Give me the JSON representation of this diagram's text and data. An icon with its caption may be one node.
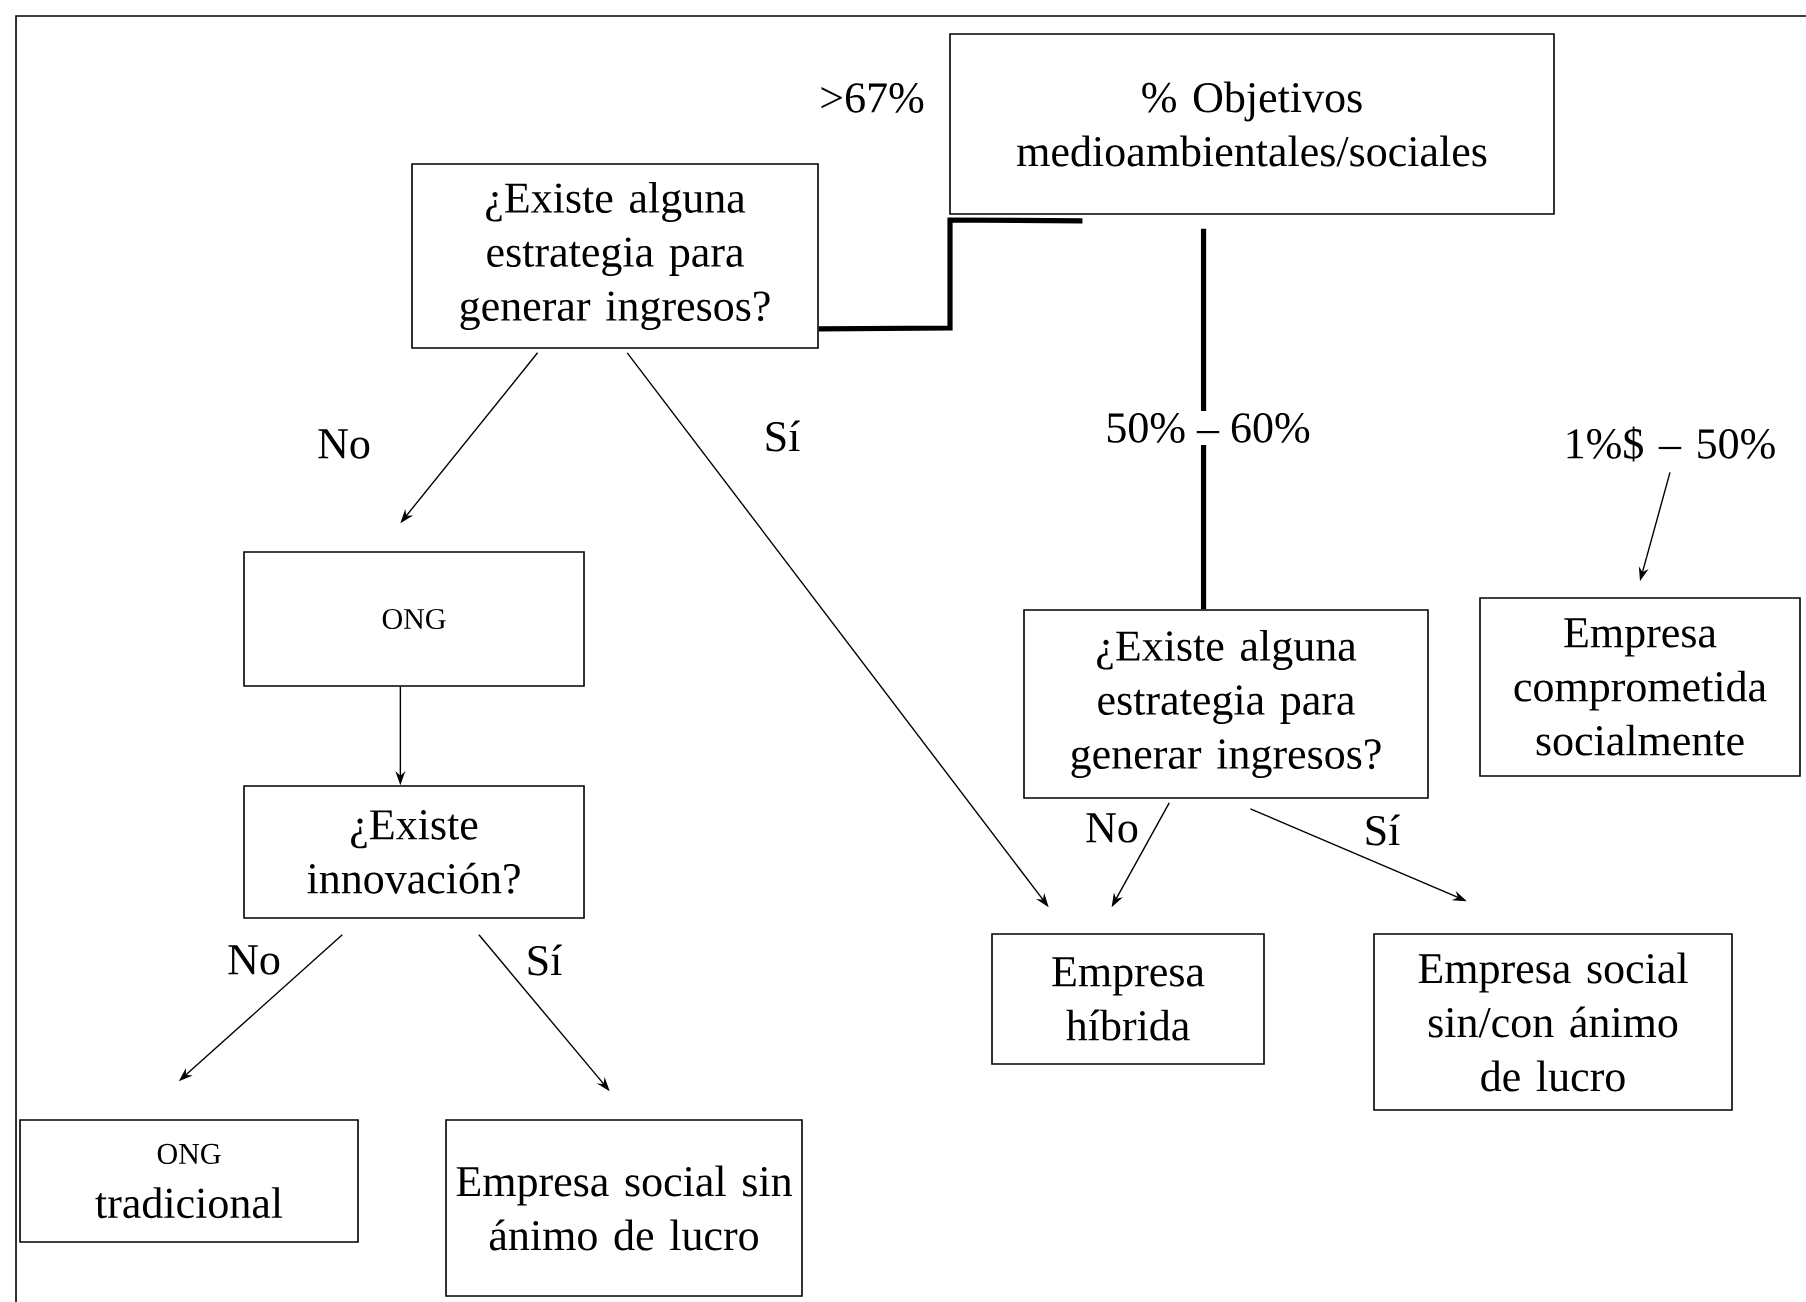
{
  "diagram": {
    "nodes": [
      {
        "text": [
          "% Objetivos medioambientales/sociales"
        ]
      },
      {
        "text": [
          "¿Existe alguna estrategia para generar ingresos?"
        ]
      },
      {
        "text": [
          "1%$ – 50%"
        ]
      },
      {
        "text": [
          "ONG"
        ]
      },
      {
        "text": [
          "¿Existe alguna estrategia para generar ingresos?"
        ]
      },
      {
        "text": [
          "Empresa comprometida socialmente"
        ]
      },
      {
        "text": [
          "¿Existe innovación?"
        ]
      },
      {
        "text": [
          "Empresa híbrida"
        ]
      },
      {
        "text": [
          "Empresa social sin/con ánimo de lucro"
        ]
      },
      {
        "text": [
          "ONG",
          "tradicional"
        ]
      },
      {
        "text": [
          "Empresa social sin ánimo de lucro"
        ]
      }
    ],
    "edges": [
      {
        "from": 0,
        "to": 1,
        "arrow": "none",
        "label": ">67%",
        "style": "thick"
      },
      {
        "from": 0,
        "to": 4,
        "arrow": "none",
        "label": "50% – 60%",
        "style": "thick"
      },
      {
        "from": 1,
        "to": 3,
        "arrow": "to",
        "label": "No"
      },
      {
        "from": 1,
        "to": 7,
        "arrow": "to",
        "label": "Sí"
      },
      {
        "from": 2,
        "to": 5,
        "arrow": "to"
      },
      {
        "from": 3,
        "to": 6,
        "arrow": "to"
      },
      {
        "from": 4,
        "to": 7,
        "arrow": "to",
        "label": "No"
      },
      {
        "from": 4,
        "to": 8,
        "arrow": "to",
        "label": "Sí"
      },
      {
        "from": 6,
        "to": 9,
        "arrow": "to",
        "label": "No"
      },
      {
        "from": 6,
        "to": 10,
        "arrow": "to",
        "label": "Sí"
      }
    ]
  }
}
